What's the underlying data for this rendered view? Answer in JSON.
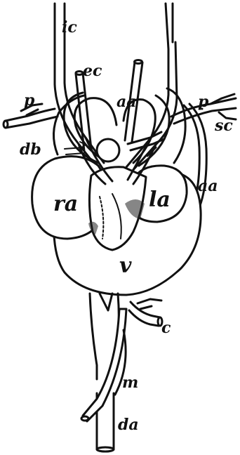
{
  "labels": {
    "ic": "ic",
    "ec": "ec",
    "aa_left": "aa",
    "p_left": "p",
    "p_right": "p",
    "sc": "sc",
    "db": "db",
    "aa_right": "aa",
    "ra": "ra",
    "la": "la",
    "v": "v",
    "c": "c",
    "m": "m",
    "da": "da"
  }
}
